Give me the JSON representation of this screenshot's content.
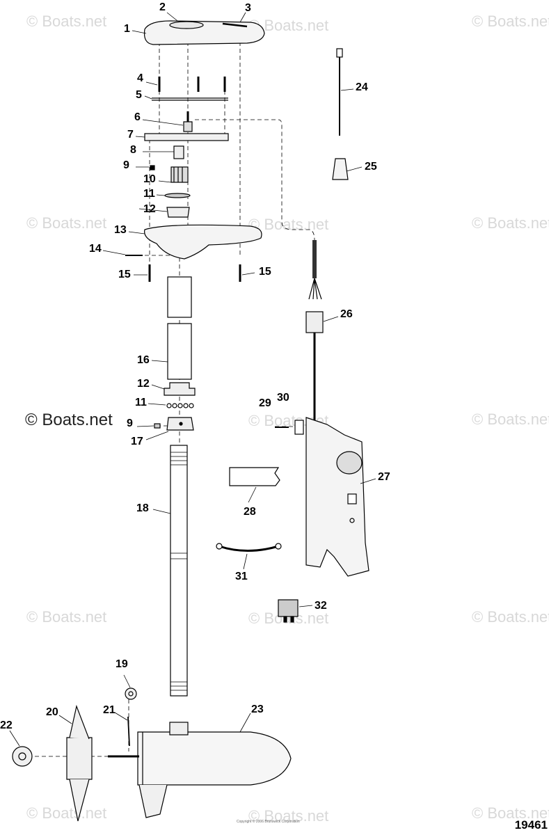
{
  "watermark": "© Boats.net",
  "figure_number": "19461",
  "copyright_line": "Copyright © 2006 Brunswick Corporation",
  "callouts": [
    "1",
    "2",
    "3",
    "4",
    "5",
    "6",
    "7",
    "8",
    "9",
    "10",
    "11",
    "12",
    "13",
    "14",
    "15",
    "15",
    "16",
    "12",
    "11",
    "9",
    "17",
    "18",
    "19",
    "20",
    "21",
    "22",
    "23",
    "24",
    "25",
    "26",
    "27",
    "28",
    "29",
    "30",
    "31",
    "32"
  ]
}
